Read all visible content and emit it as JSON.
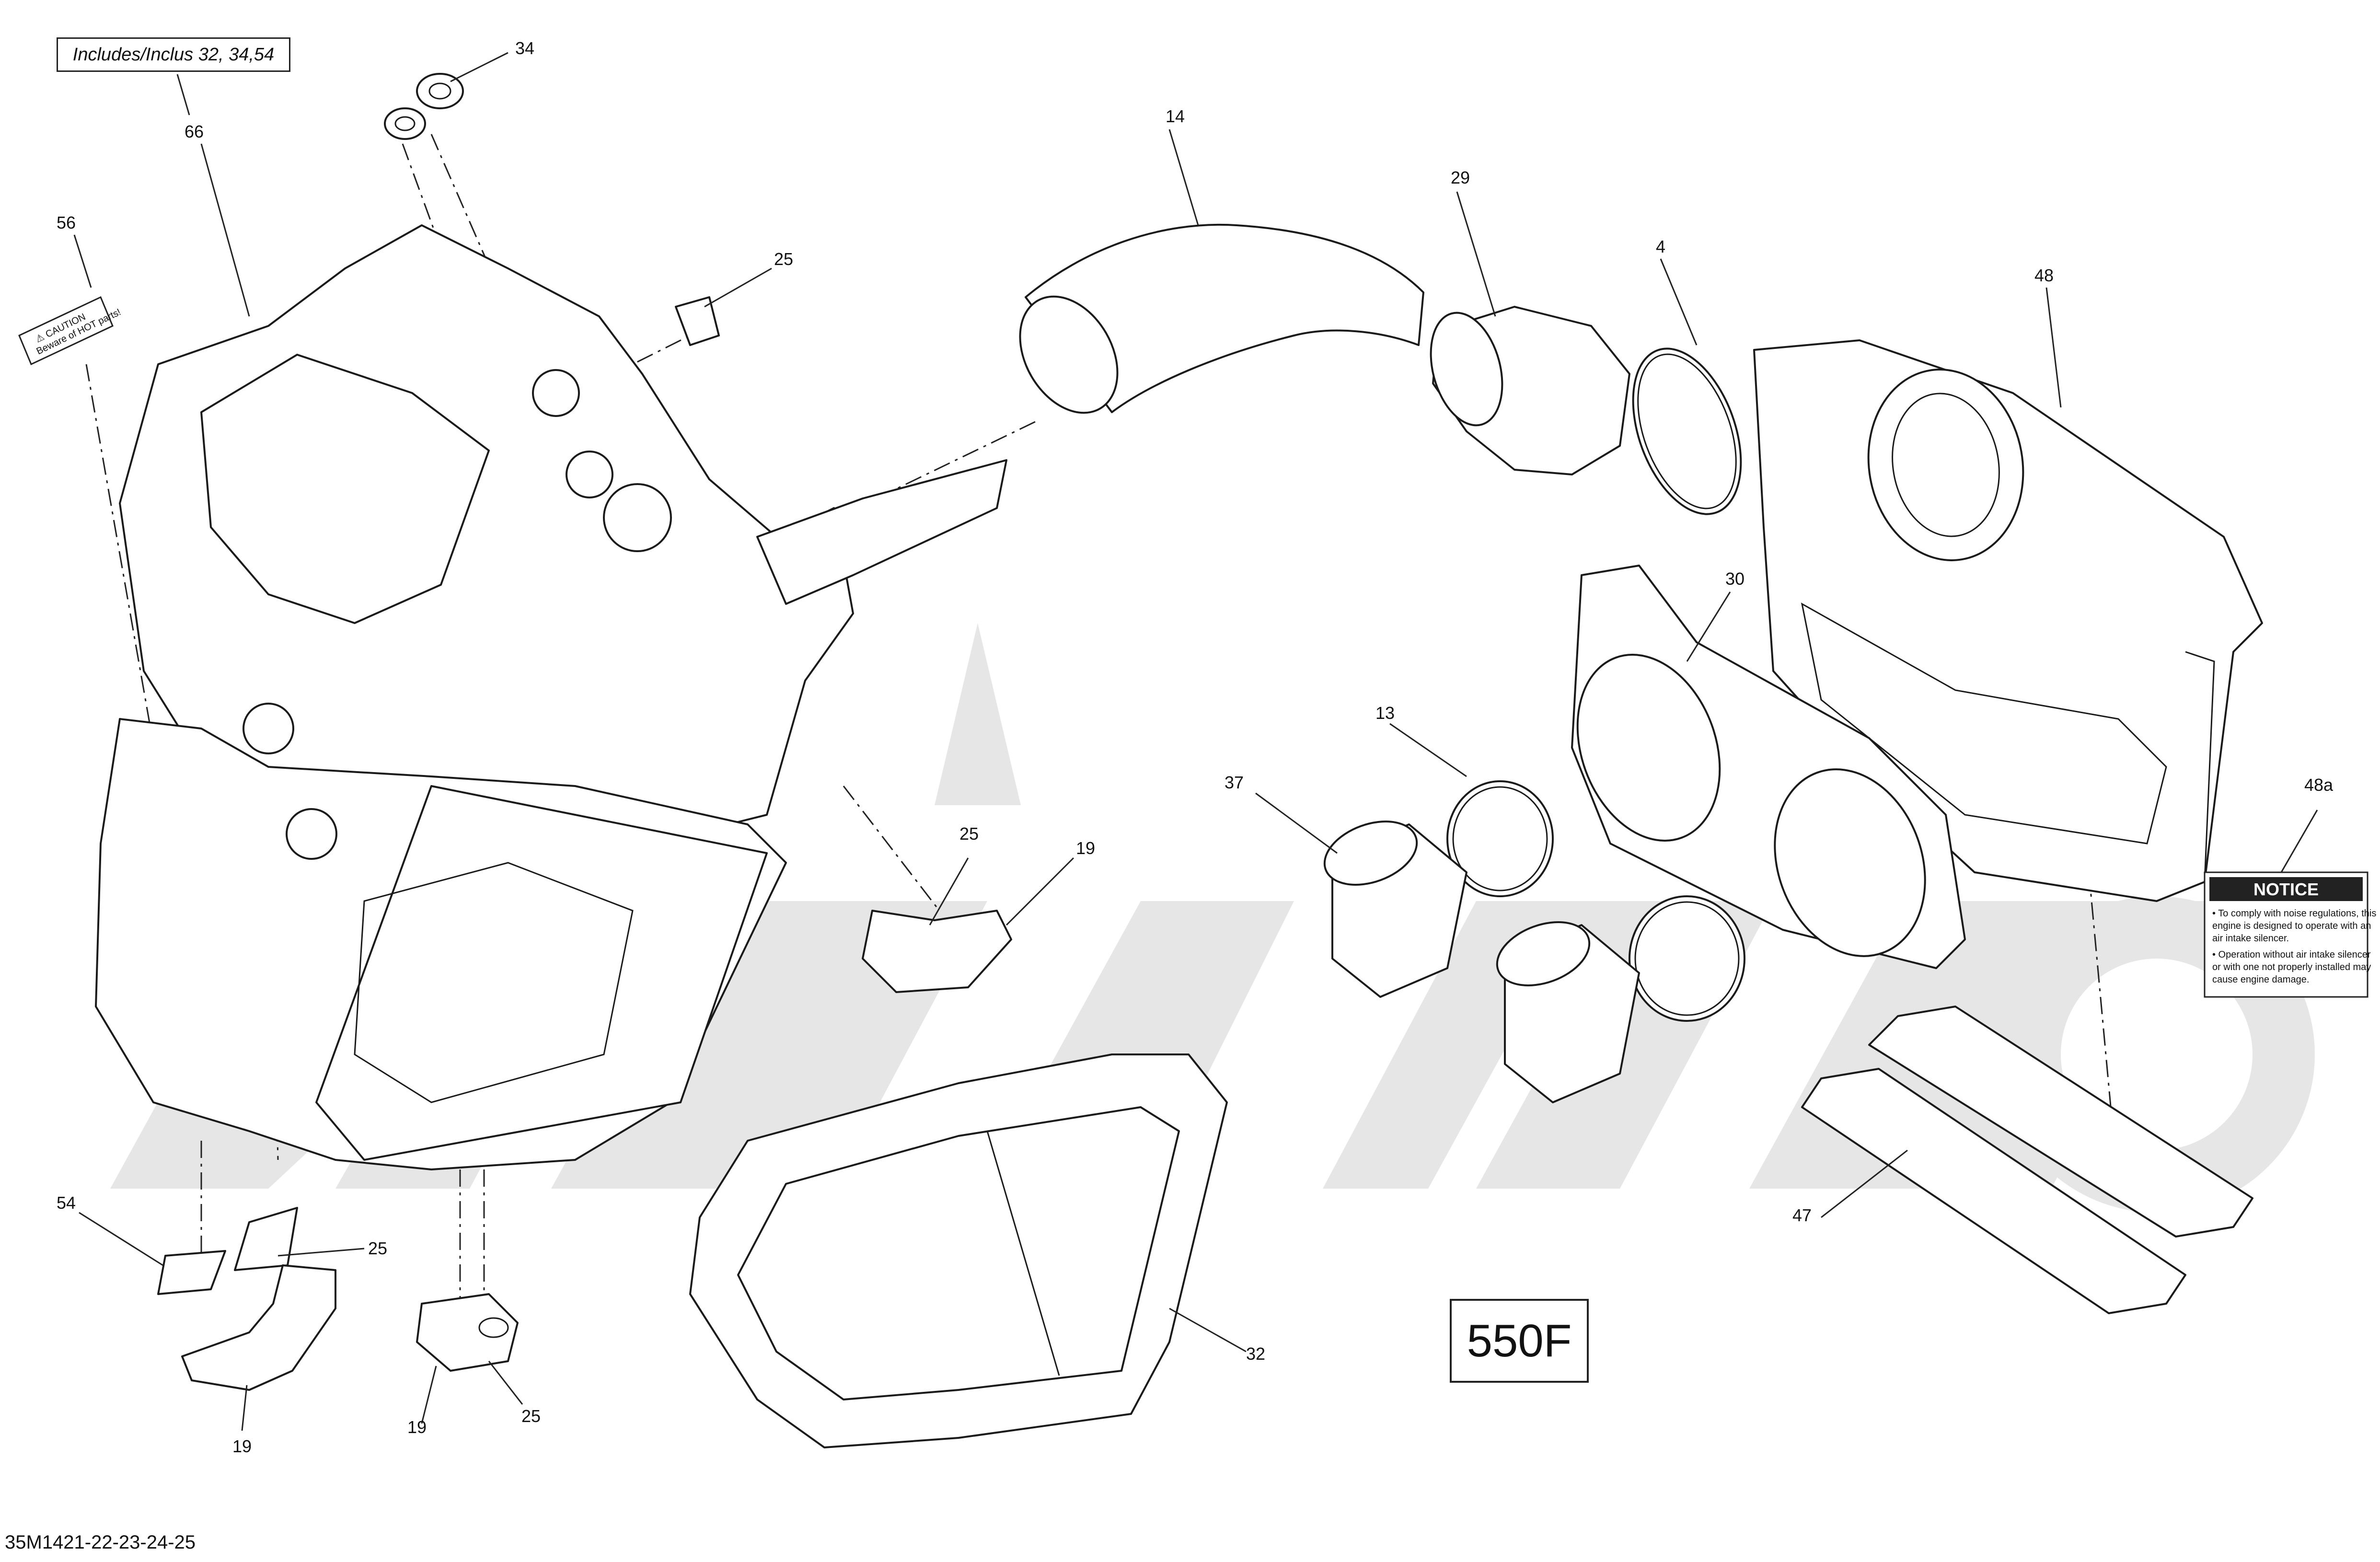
{
  "includes_note": "Includes/Inclus 32, 34,54",
  "model_label": "550F",
  "document_id": "35M1421-22-23-24-25",
  "callouts": {
    "c34": "34",
    "c66": "66",
    "c56": "56",
    "c25_top": "25",
    "c14": "14",
    "c29": "29",
    "c4": "4",
    "c48": "48",
    "c30": "30",
    "c13": "13",
    "c37": "37",
    "c48a": "48a",
    "c25_mid": "25",
    "c19_mid": "19",
    "c54": "54",
    "c25_low": "25",
    "c19_left": "19",
    "c19_bottom": "19",
    "c25_bottom": "25",
    "c32": "32",
    "c47": "47"
  },
  "caution_label": {
    "line1": "⚠ CAUTION",
    "line2": "Beware of HOT parts!"
  },
  "notice_label": {
    "title": "NOTICE",
    "line1": "• To comply with noise regulations, this",
    "line2": "engine is designed to operate with an",
    "line3": "air intake silencer.",
    "line4": "• Operation without air intake silencer",
    "line5": "or with one not properly installed may",
    "line6": "cause engine damage."
  },
  "colors": {
    "line": "#1a1a1a",
    "watermark": "#e6e6e6",
    "fill": "#ffffff"
  }
}
